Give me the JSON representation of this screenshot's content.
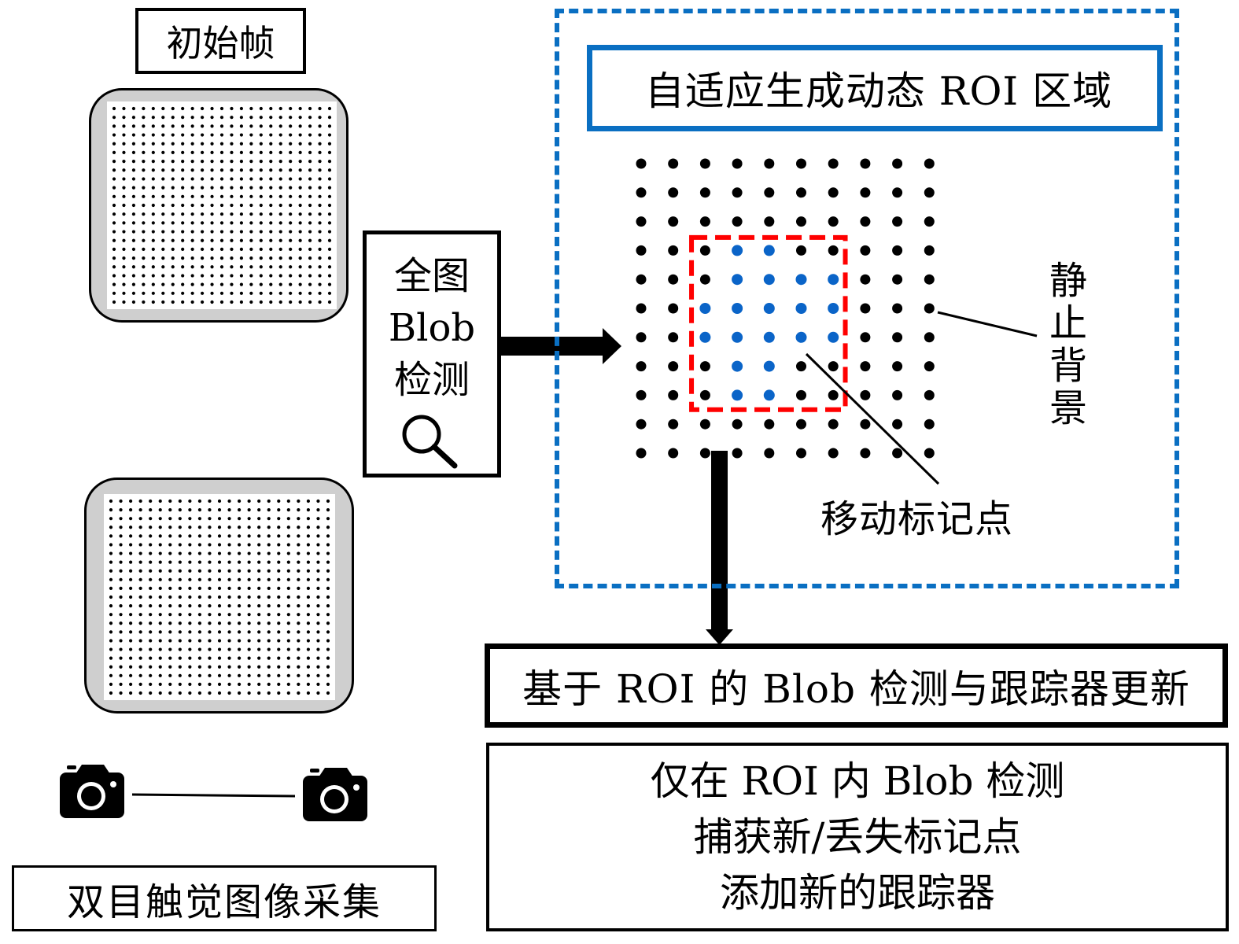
{
  "initial_frame": {
    "label": "初始帧"
  },
  "binocular_capture": {
    "label": "双目触觉图像采集"
  },
  "full_blob_detection": {
    "lines": [
      "全图",
      "Blob",
      "检测"
    ],
    "icon": "magnifier-icon"
  },
  "roi_region": {
    "title": "自适应生成动态 ROI 区域",
    "grid": {
      "rows": 11,
      "cols": 10
    },
    "moving_markers": [
      [
        3,
        3
      ],
      [
        3,
        4
      ],
      [
        4,
        3
      ],
      [
        4,
        4
      ],
      [
        4,
        5
      ],
      [
        4,
        6
      ],
      [
        5,
        2
      ],
      [
        5,
        3
      ],
      [
        5,
        4
      ],
      [
        5,
        5
      ],
      [
        5,
        6
      ],
      [
        6,
        2
      ],
      [
        6,
        3
      ],
      [
        6,
        4
      ],
      [
        6,
        5
      ],
      [
        6,
        6
      ],
      [
        7,
        3
      ],
      [
        7,
        4
      ],
      [
        8,
        3
      ],
      [
        8,
        4
      ]
    ],
    "roi_box": {
      "row_start": 3,
      "row_end": 8,
      "col_start": 2,
      "col_end": 6
    },
    "static_label": [
      "静",
      "止",
      "背",
      "景"
    ],
    "moving_label": "移动标记点"
  },
  "roi_update": {
    "label": "基于 ROI 的 Blob 检测与跟踪器更新"
  },
  "roi_details": {
    "lines": [
      "仅在 ROI 内 Blob 检测",
      "捕获新/丢失标记点",
      "添加新的跟踪器"
    ]
  },
  "sensor_grid": {
    "rows": 23,
    "cols": 23
  },
  "cameras": {
    "count": 2,
    "icon": "camera-icon"
  },
  "colors": {
    "roi_blue": "#0a6fc2",
    "moving_marker": "#0a64c8",
    "roi_box_red": "#ff0000",
    "sensor_frame_gray": "#cfcfcf",
    "static_marker": "#000000"
  }
}
